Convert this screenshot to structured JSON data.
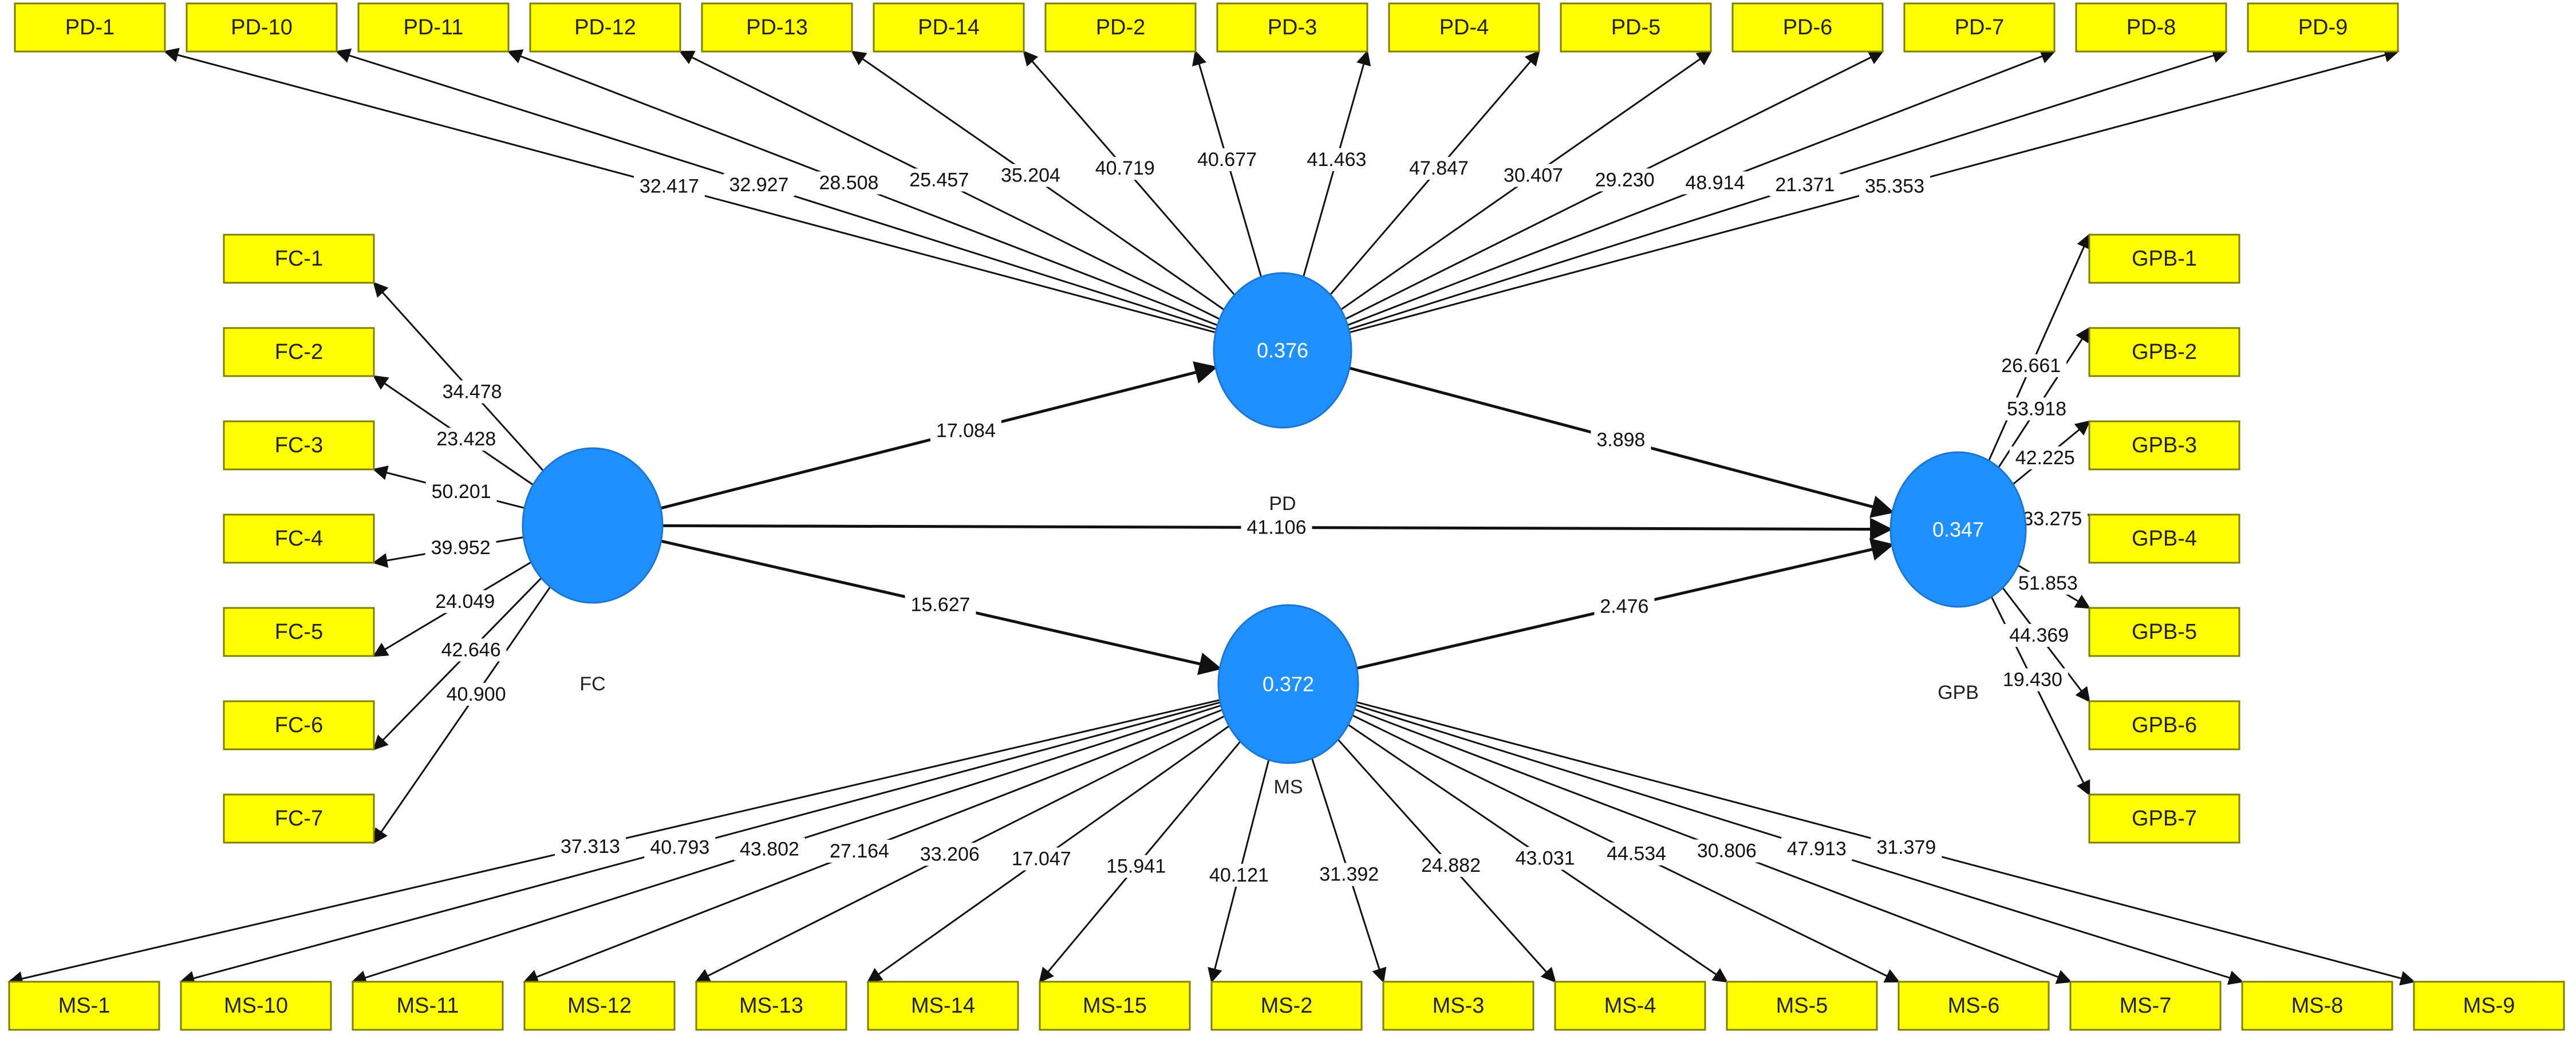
{
  "latent": {
    "PD": {
      "label": "PD",
      "value": "0.376"
    },
    "MS": {
      "label": "MS",
      "value": "0.372"
    },
    "FC": {
      "label": "FC",
      "value": ""
    },
    "GPB": {
      "label": "GPB",
      "value": "0.347"
    }
  },
  "paths": [
    {
      "from": "FC",
      "to": "PD",
      "coef": "17.084"
    },
    {
      "from": "FC",
      "to": "GPB",
      "coef": "41.106"
    },
    {
      "from": "FC",
      "to": "MS",
      "coef": "15.627"
    },
    {
      "from": "PD",
      "to": "GPB",
      "coef": "3.898"
    },
    {
      "from": "MS",
      "to": "GPB",
      "coef": "2.476"
    }
  ],
  "indicators": {
    "PD": [
      {
        "label": "PD-1",
        "coef": "32.417"
      },
      {
        "label": "PD-10",
        "coef": "32.927"
      },
      {
        "label": "PD-11",
        "coef": "28.508"
      },
      {
        "label": "PD-12",
        "coef": "25.457"
      },
      {
        "label": "PD-13",
        "coef": "35.204"
      },
      {
        "label": "PD-14",
        "coef": "40.719"
      },
      {
        "label": "PD-2",
        "coef": "40.677"
      },
      {
        "label": "PD-3",
        "coef": "41.463"
      },
      {
        "label": "PD-4",
        "coef": "47.847"
      },
      {
        "label": "PD-5",
        "coef": "30.407"
      },
      {
        "label": "PD-6",
        "coef": "29.230"
      },
      {
        "label": "PD-7",
        "coef": "48.914"
      },
      {
        "label": "PD-8",
        "coef": "21.371"
      },
      {
        "label": "PD-9",
        "coef": "35.353"
      }
    ],
    "MS": [
      {
        "label": "MS-1",
        "coef": "37.313"
      },
      {
        "label": "MS-10",
        "coef": "40.793"
      },
      {
        "label": "MS-11",
        "coef": "43.802"
      },
      {
        "label": "MS-12",
        "coef": "27.164"
      },
      {
        "label": "MS-13",
        "coef": "33.206"
      },
      {
        "label": "MS-14",
        "coef": "17.047"
      },
      {
        "label": "MS-15",
        "coef": "15.941"
      },
      {
        "label": "MS-2",
        "coef": "40.121"
      },
      {
        "label": "MS-3",
        "coef": "31.392"
      },
      {
        "label": "MS-4",
        "coef": "24.882"
      },
      {
        "label": "MS-5",
        "coef": "43.031"
      },
      {
        "label": "MS-6",
        "coef": "44.534"
      },
      {
        "label": "MS-7",
        "coef": "30.806"
      },
      {
        "label": "MS-8",
        "coef": "47.913"
      },
      {
        "label": "MS-9",
        "coef": "31.379"
      }
    ],
    "FC": [
      {
        "label": "FC-1",
        "coef": "34.478"
      },
      {
        "label": "FC-2",
        "coef": "23.428"
      },
      {
        "label": "FC-3",
        "coef": "50.201"
      },
      {
        "label": "FC-4",
        "coef": "39.952"
      },
      {
        "label": "FC-5",
        "coef": "24.049"
      },
      {
        "label": "FC-6",
        "coef": "42.646"
      },
      {
        "label": "FC-7",
        "coef": "40.900"
      }
    ],
    "GPB": [
      {
        "label": "GPB-1",
        "coef": "26.661"
      },
      {
        "label": "GPB-2",
        "coef": "53.918"
      },
      {
        "label": "GPB-3",
        "coef": "42.225"
      },
      {
        "label": "GPB-4",
        "coef": "33.275"
      },
      {
        "label": "GPB-5",
        "coef": "51.853"
      },
      {
        "label": "GPB-6",
        "coef": "44.369"
      },
      {
        "label": "GPB-7",
        "coef": "19.430"
      }
    ]
  }
}
